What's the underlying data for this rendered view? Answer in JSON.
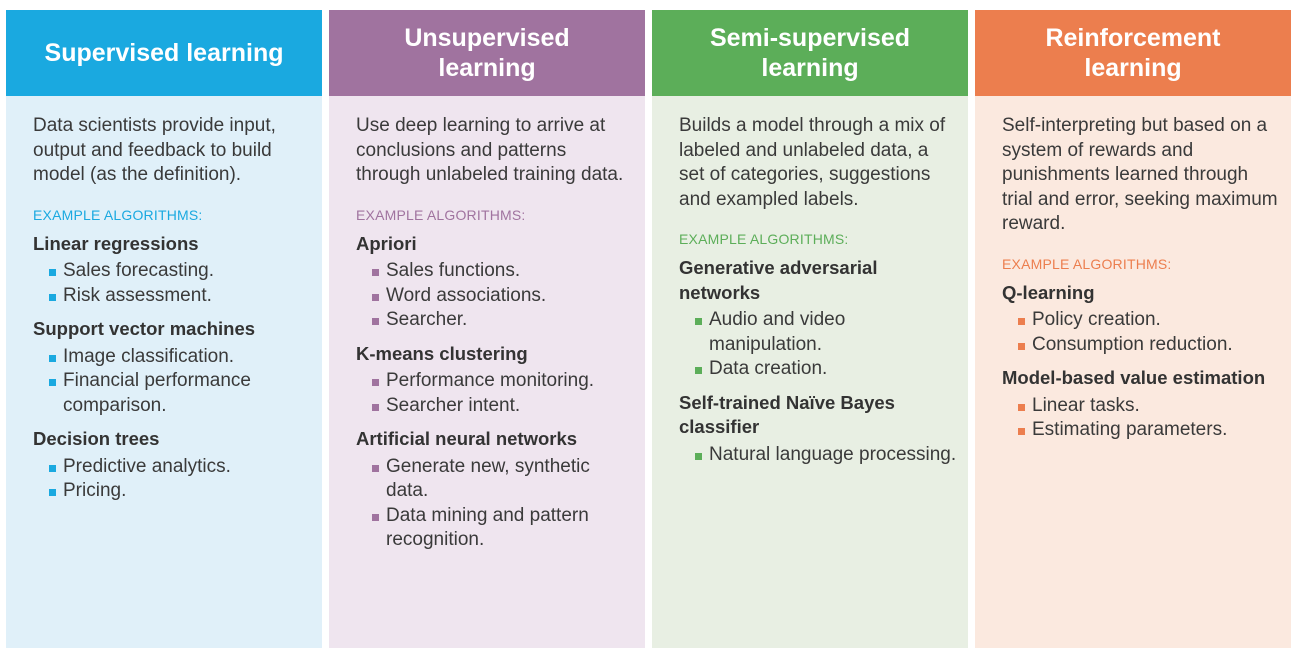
{
  "columns": [
    {
      "title": "Supervised learning",
      "header_color": "#1aa9e0",
      "body_color": "#e0f0f9",
      "accent_color": "#1aa9e0",
      "description": "Data scientists provide input, output and feedback to build model (as the definition).",
      "example_label": "EXAMPLE ALGORITHMS:",
      "algorithms": [
        {
          "name": "Linear regressions",
          "uses": [
            "Sales forecasting.",
            "Risk assessment."
          ]
        },
        {
          "name": "Support vector machines",
          "uses": [
            "Image classification.",
            "Financial performance comparison."
          ]
        },
        {
          "name": "Decision trees",
          "uses": [
            "Predictive analytics.",
            "Pricing."
          ]
        }
      ]
    },
    {
      "title": "Unsupervised learning",
      "header_color": "#a0739f",
      "body_color": "#efe5ef",
      "accent_color": "#a0739f",
      "description": "Use deep learning to arrive at conclusions and patterns through unlabeled training data.",
      "example_label": "EXAMPLE ALGORITHMS:",
      "algorithms": [
        {
          "name": "Apriori",
          "uses": [
            "Sales functions.",
            "Word associations.",
            "Searcher."
          ]
        },
        {
          "name": "K-means clustering",
          "uses": [
            "Performance monitoring.",
            "Searcher intent."
          ]
        },
        {
          "name": "Artificial neural networks",
          "uses": [
            "Generate new, synthetic data.",
            "Data mining and pattern recognition."
          ]
        }
      ]
    },
    {
      "title": "Semi-supervised learning",
      "header_color": "#5cae59",
      "body_color": "#e8efe3",
      "accent_color": "#5cae59",
      "description": "Builds a model through a mix of labeled and unlabeled data, a set of categories, suggestions and exampled labels.",
      "example_label": "EXAMPLE ALGORITHMS:",
      "algorithms": [
        {
          "name": "Generative adversarial networks",
          "uses": [
            "Audio and video manipulation.",
            "Data creation."
          ]
        },
        {
          "name": "Self-trained Naïve Bayes classifier",
          "uses": [
            "Natural language processing."
          ]
        }
      ]
    },
    {
      "title": "Reinforcement learning",
      "header_color": "#ec7e4e",
      "body_color": "#fbe9df",
      "accent_color": "#ec7e4e",
      "description": "Self-interpreting but based on a system of rewards and punishments learned through trial and error, seeking maximum reward.",
      "example_label": "EXAMPLE ALGORITHMS:",
      "algorithms": [
        {
          "name": "Q-learning",
          "uses": [
            "Policy creation.",
            "Consumption reduction."
          ]
        },
        {
          "name": "Model-based value estimation",
          "uses": [
            "Linear tasks.",
            "Estimating parameters."
          ]
        }
      ]
    }
  ]
}
